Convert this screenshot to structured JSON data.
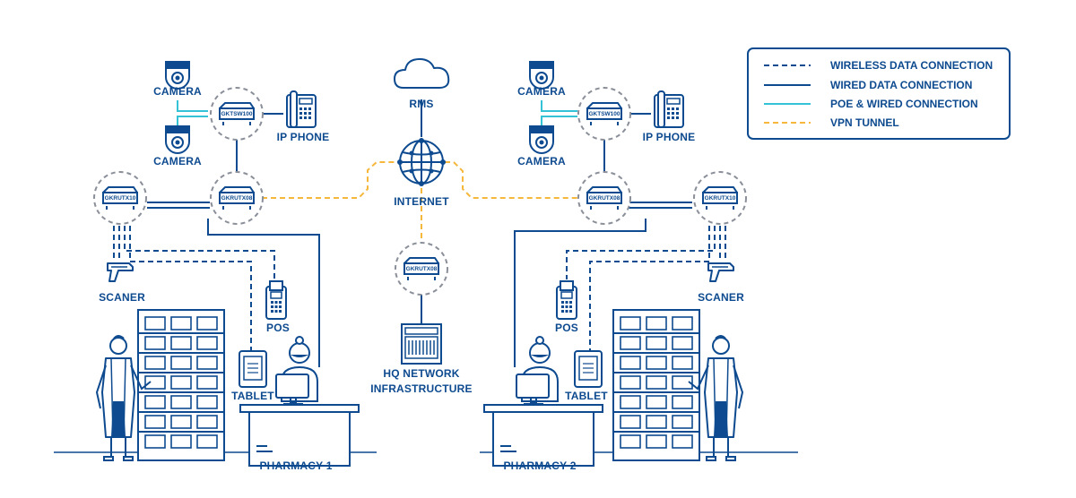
{
  "legend": {
    "wireless": "WIRELESS DATA CONNECTION",
    "wired": "WIRED DATA CONNECTION",
    "poe": "POE & WIRED CONNECTION",
    "vpn": "VPN TUNNEL"
  },
  "labels": {
    "rms": "RMS",
    "internet": "INTERNET",
    "hq_line1": "HQ NETWORK",
    "hq_line2": "INFRASTRUCTURE",
    "camera": "CAMERA",
    "ip_phone": "IP PHONE",
    "scaner": "SCANER",
    "pos": "POS",
    "tablet": "TABLET",
    "pharmacy1": "PHARMACY 1",
    "pharmacy2": "PHARMACY 2"
  },
  "devices": {
    "switch": "GKTSW100",
    "router_main": "GKRUTX08",
    "router_wireless": "GKRUTX10"
  },
  "colors": {
    "primary": "#0d4a8f",
    "poe": "#33c2d6",
    "vpn": "#f5b83d",
    "ring": "#8a8f99"
  }
}
